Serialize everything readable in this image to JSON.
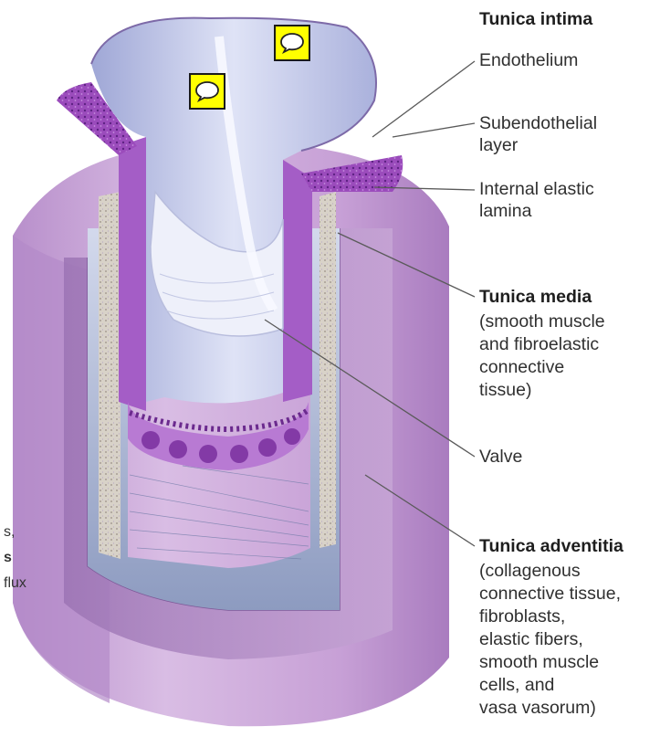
{
  "labels": {
    "tunica_intima": "Tunica intima",
    "endothelium": "Endothelium",
    "subendothelial_1": "Subendothelial",
    "subendothelial_2": "layer",
    "internal_elastic_1": "Internal elastic",
    "internal_elastic_2": "lamina",
    "tunica_media": "Tunica media",
    "media_desc_1": "(smooth muscle",
    "media_desc_2": "and fibroelastic",
    "media_desc_3": "connective",
    "media_desc_4": "tissue)",
    "valve": "Valve",
    "tunica_adventitia": "Tunica adventitia",
    "adventitia_desc_1": "(collagenous",
    "adventitia_desc_2": "connective tissue,",
    "adventitia_desc_3": "fibroblasts,",
    "adventitia_desc_4": "elastic fibers,",
    "adventitia_desc_5": "smooth muscle",
    "adventitia_desc_6": "cells, and",
    "adventitia_desc_7": "vasa vasorum)"
  },
  "cropped_left_text": [
    "s,",
    "s",
    "flux"
  ],
  "annotations": [
    {
      "icon": "speech-bubble-icon"
    },
    {
      "icon": "speech-bubble-icon"
    }
  ],
  "colors": {
    "adventitia": "#c9a3d6",
    "media": "#a873c2",
    "intima": "#8e3fb0",
    "lumen": "#c9ccea",
    "valve": "#eef0fa",
    "note": "#ffff00"
  }
}
